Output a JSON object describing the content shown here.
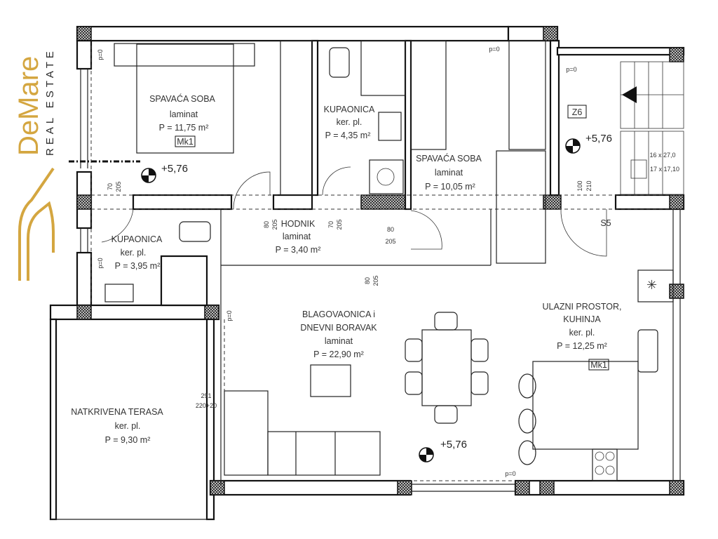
{
  "brand": {
    "name": "DeMare",
    "tagline": "REAL ESTATE",
    "color_gold": "#D4A640",
    "color_dark": "#2A2A2A"
  },
  "rooms": [
    {
      "name": "SPAVAĆA SOBA",
      "floor": "laminat",
      "area": "P = 11,75 m²",
      "tag": "Mk1"
    },
    {
      "name": "KUPAONICA",
      "floor": "ker. pl.",
      "area": "P = 4,35 m²"
    },
    {
      "name": "SPAVAĆA SOBA",
      "floor": "laminat",
      "area": "P = 10,05 m²"
    },
    {
      "name": "KUPAONICA",
      "floor": "ker. pl.",
      "area": "P = 3,95 m²"
    },
    {
      "name": "HODNIK",
      "floor": "laminat",
      "area": "P = 3,40 m²"
    },
    {
      "name": "BLAGOVAONICA i",
      "name2": "DNEVNI BORAVAK",
      "floor": "laminat",
      "area": "P = 22,90 m²"
    },
    {
      "name": "ULAZNI PROSTOR,",
      "name2": "KUHINJA",
      "floor": "ker. pl.",
      "area": "P = 12,25 m²",
      "tag": "Mk1"
    },
    {
      "name": "NATKRIVENA TERASA",
      "floor": "ker. pl.",
      "area": "P = 9,30 m²"
    }
  ],
  "levels": [
    "+5,76",
    "+5,76",
    "+5,76"
  ],
  "markers": {
    "z6": "Z6",
    "s5": "S5"
  },
  "stairs": {
    "line1": "16 x 27,0",
    "line2": "17 x 17,10"
  },
  "dimensions": [
    {
      "top": "70",
      "bottom": "205"
    },
    {
      "top": "80",
      "bottom": "205"
    },
    {
      "top": "70",
      "bottom": "205"
    },
    {
      "top": "80",
      "bottom": "205"
    },
    {
      "top": "80",
      "bottom": "205"
    },
    {
      "top": "100",
      "bottom": "210"
    },
    {
      "top": "291",
      "bottom": "220+20"
    }
  ],
  "sill": "p=0"
}
